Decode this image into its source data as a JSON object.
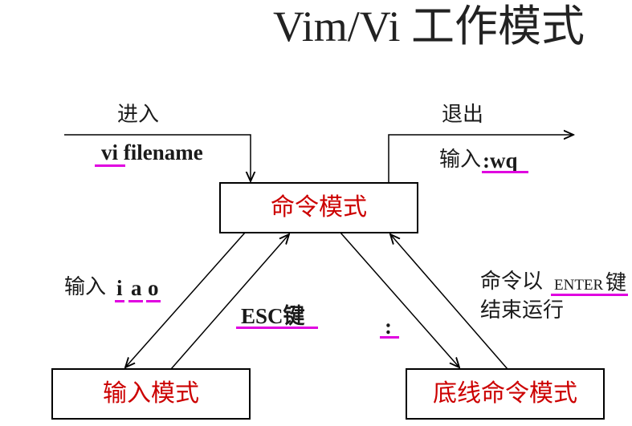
{
  "title": "Vim/Vi 工作模式",
  "boxes": {
    "command": "命令模式",
    "insert": "输入模式",
    "lastline": "底线命令模式"
  },
  "edges": {
    "enter_label": "进入",
    "enter_cmd": "vi filename",
    "exit_label": "退出",
    "exit_prefix": "输入",
    "exit_cmd": ":wq",
    "insert_prefix": "输入",
    "insert_keys": [
      "i",
      "a",
      "o"
    ],
    "esc_label": "ESC键",
    "colon_label": ":",
    "finish_line1_prefix": "命令以",
    "finish_key": "ENTER",
    "finish_line1_suffix": "键",
    "finish_line2": "结束运行"
  },
  "colors": {
    "box_text": "#cc0000",
    "underline": "#e000e0",
    "line": "#000000"
  }
}
